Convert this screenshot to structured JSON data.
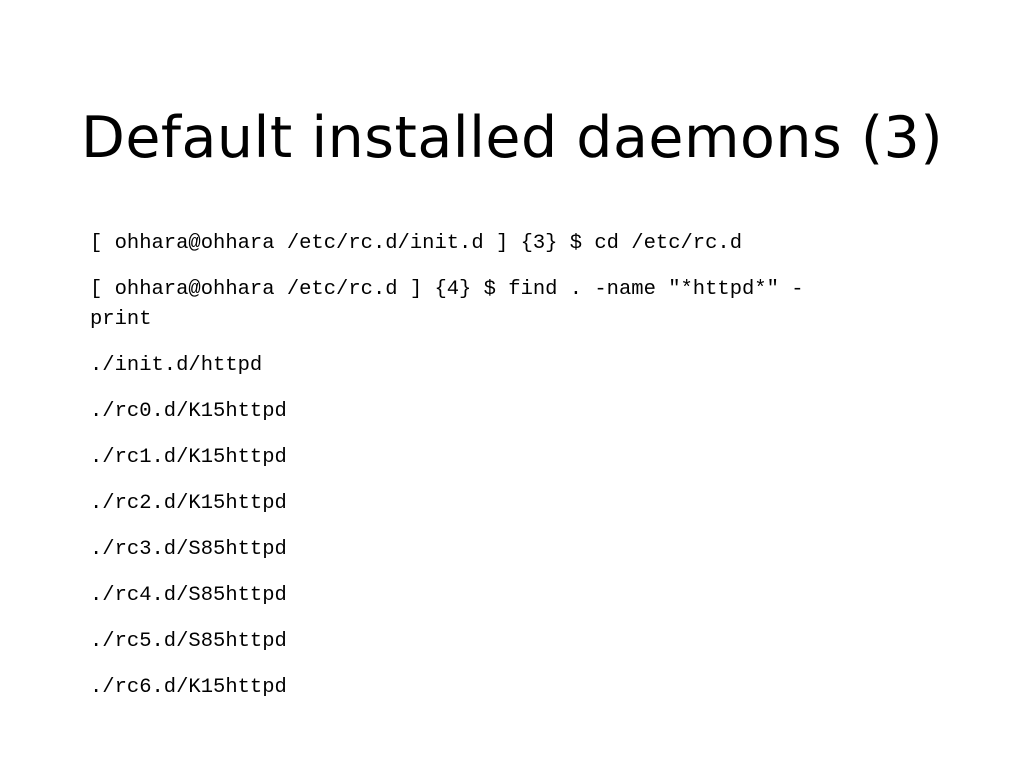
{
  "slide": {
    "title": "Default installed daemons (3)",
    "lines": [
      "[ ohhara@ohhara /etc/rc.d/init.d ] {3} $ cd /etc/rc.d",
      "[ ohhara@ohhara /etc/rc.d ] {4} $ find . -name \"*httpd*\" -print",
      "./init.d/httpd",
      "./rc0.d/K15httpd",
      "./rc1.d/K15httpd",
      "./rc2.d/K15httpd",
      "./rc3.d/S85httpd",
      "./rc4.d/S85httpd",
      "./rc5.d/S85httpd",
      "./rc6.d/K15httpd"
    ]
  }
}
